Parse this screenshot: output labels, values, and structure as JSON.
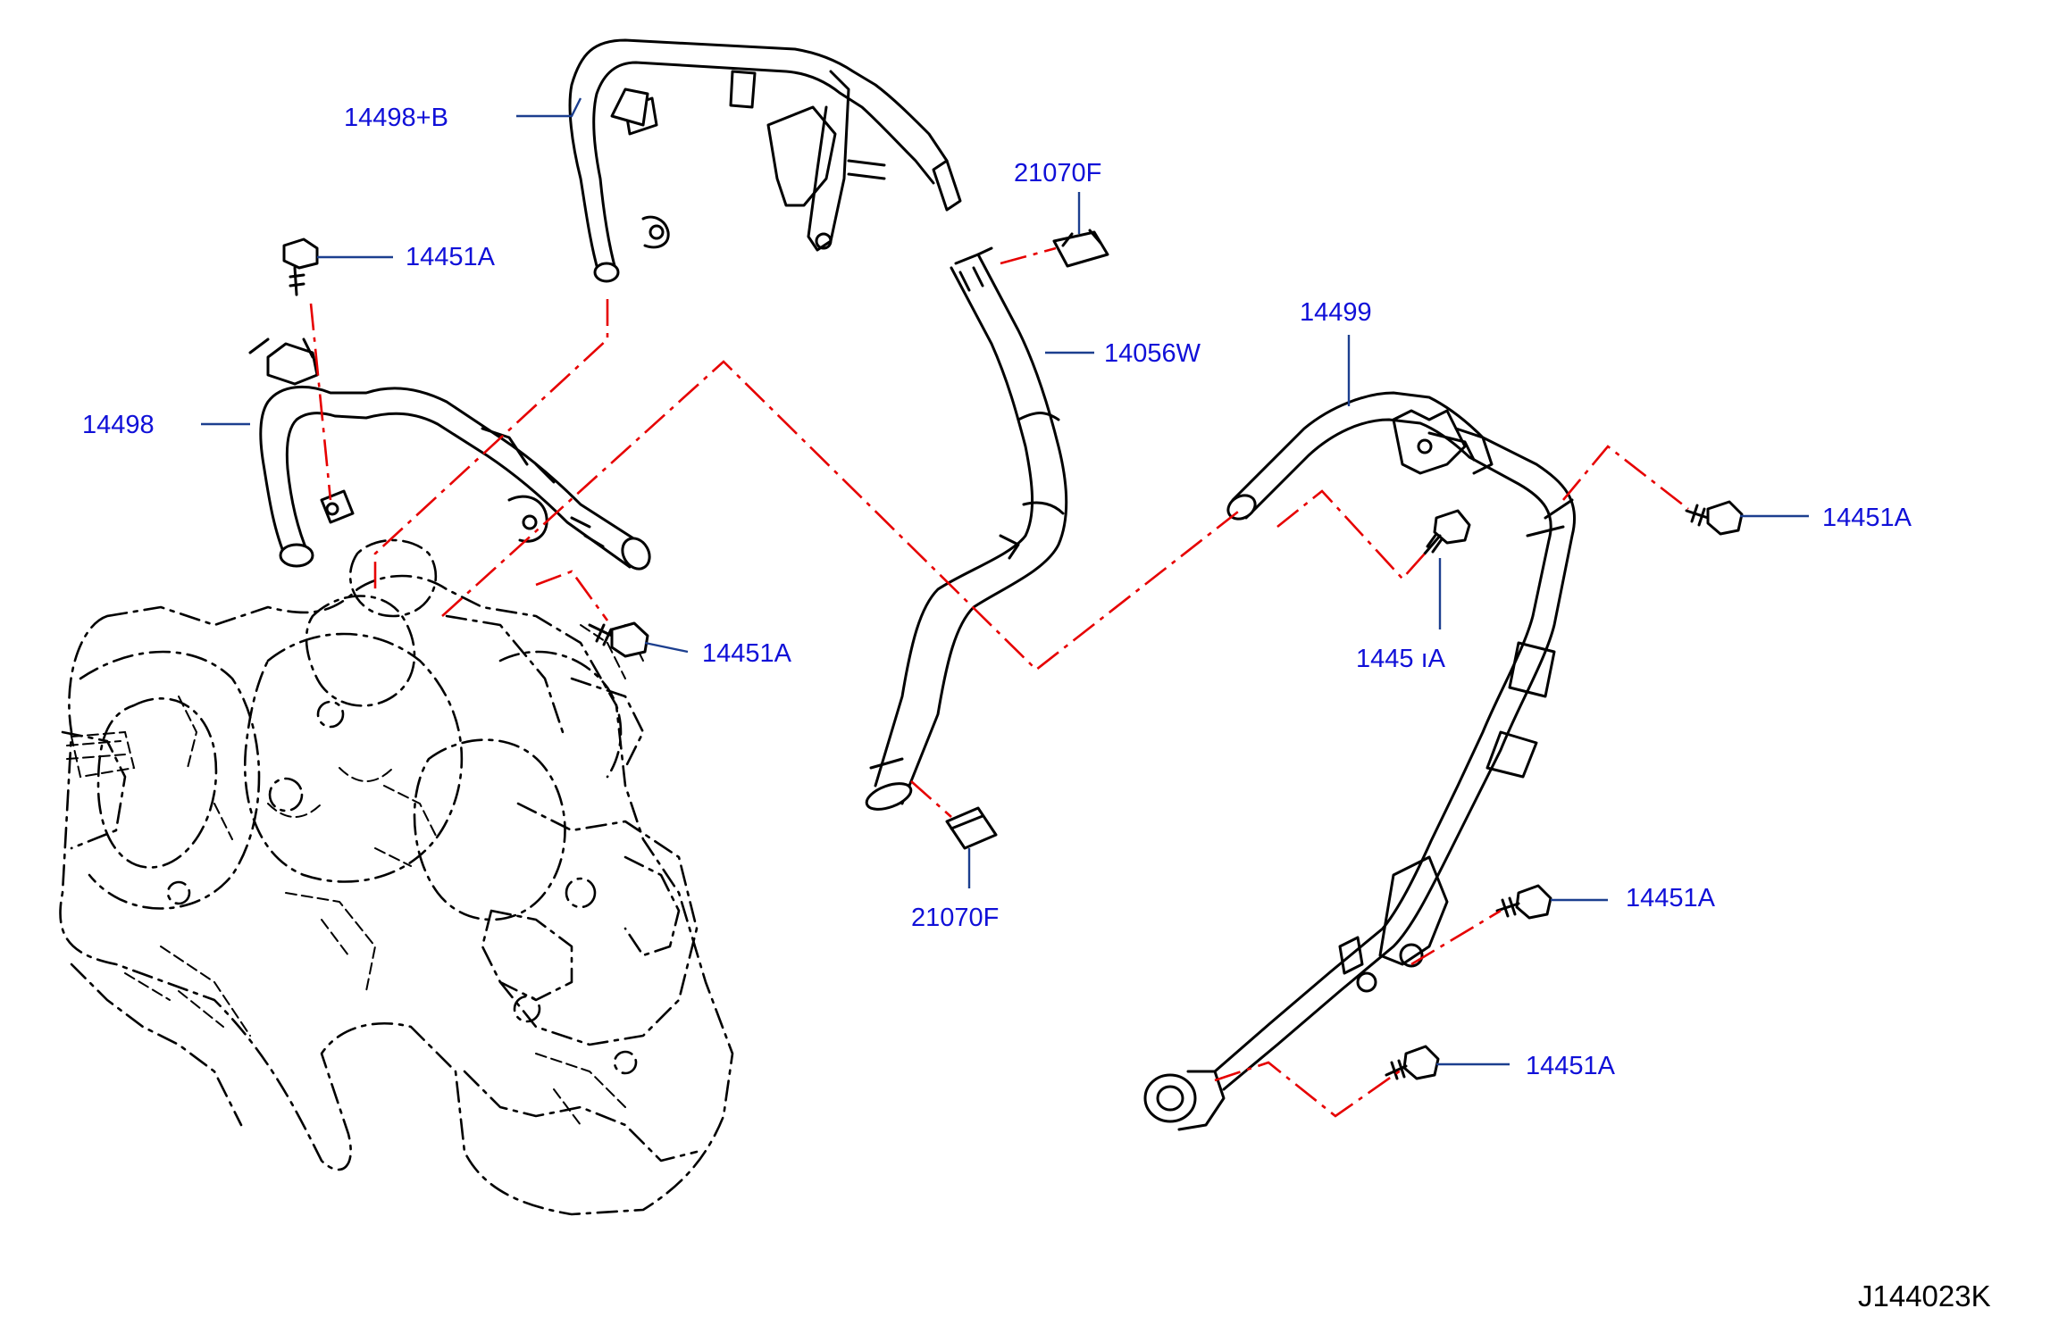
{
  "labels": {
    "hose_14498_b": "14498+B",
    "bolt_top_left": "14451A",
    "hose_14498": "14498",
    "bolt_mid_left": "14451A",
    "clamp_top": "21070F",
    "hose_14056w": "14056W",
    "clamp_bottom": "21070F",
    "pipe_14499": "14499",
    "bolt_right": "14451A",
    "bolt_center_partial": "1445 ıA",
    "bolt_lower_right": "14451A",
    "bolt_bottom_right": "14451A"
  },
  "diagram_code": "J144023K",
  "colors": {
    "label": "#1010d8",
    "leader": "#1c3f8f",
    "reference_line": "#e60000",
    "outline": "#000000"
  }
}
